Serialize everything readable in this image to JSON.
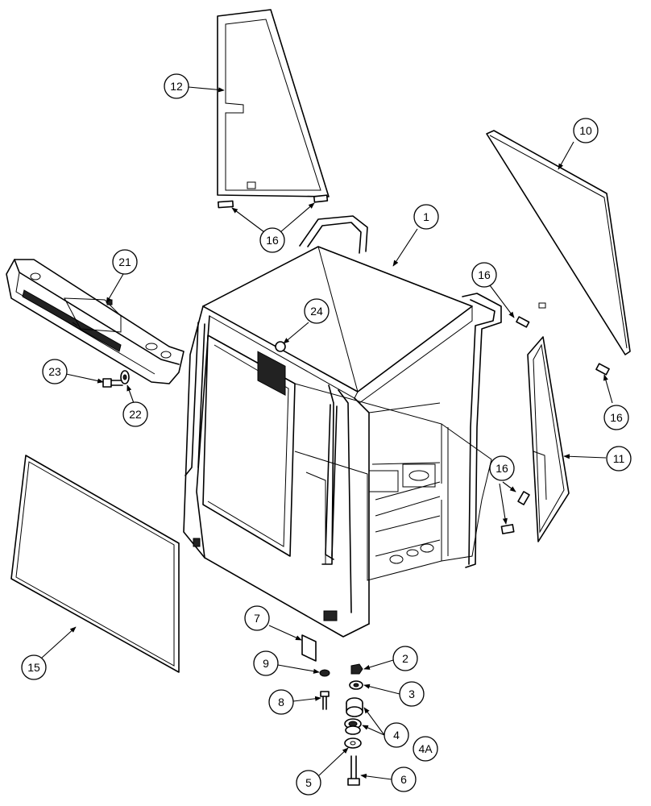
{
  "callouts": {
    "c1": "1",
    "c2": "2",
    "c3": "3",
    "c4": "4",
    "c4a": "4A",
    "c5": "5",
    "c6": "6",
    "c7": "7",
    "c8": "8",
    "c9": "9",
    "c10": "10",
    "c11": "11",
    "c12": "12",
    "c15": "15",
    "c16a": "16",
    "c16b": "16",
    "c16c": "16",
    "c16d": "16",
    "c21": "21",
    "c22": "22",
    "c23": "23",
    "c24": "24"
  }
}
